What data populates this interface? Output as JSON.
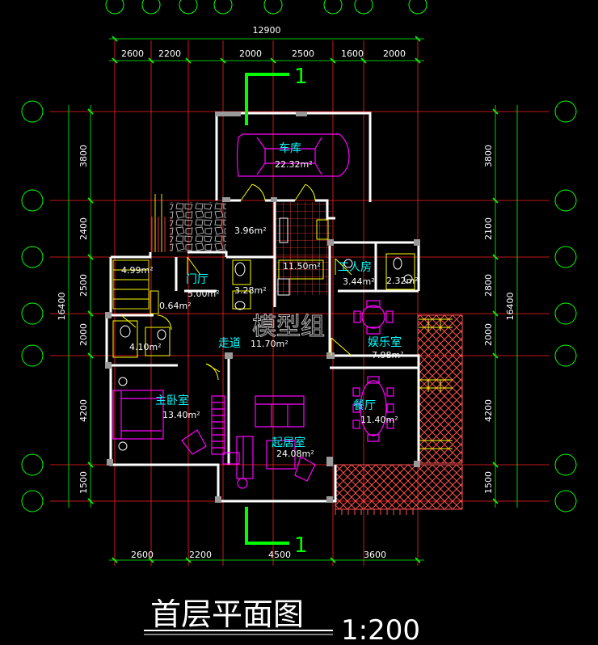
{
  "drawing": {
    "title": "首层平面图",
    "scale": "1:200",
    "watermark": "模型组",
    "section_mark": "1"
  },
  "dimensions": {
    "total_width": "12900",
    "top_segments": [
      "2600",
      "2200",
      "2000",
      "2500",
      "1600",
      "2000"
    ],
    "bottom_segments": [
      "2600",
      "2200",
      "4500",
      "3600"
    ],
    "left_total": "16400",
    "left_segments": [
      "3800",
      "2400",
      "2500",
      "2000",
      "4200",
      "1500"
    ],
    "right_total": "16400",
    "right_segments": [
      "3800",
      "2100",
      "2800",
      "2000",
      "4200",
      "1500"
    ]
  },
  "rooms": {
    "garage": {
      "name": "车库",
      "area": "22.32m²"
    },
    "store_a": {
      "area": "3.96m²"
    },
    "stair_hall": {
      "area": "11.50m²"
    },
    "servant": {
      "name": "工人房",
      "area": "3.44m²"
    },
    "servant_bath": {
      "area": "2.32m²"
    },
    "store_b": {
      "area": "4.99m²"
    },
    "foyer": {
      "name": "门厅",
      "area": "5.00m²"
    },
    "bath_small": {
      "area": "3.28m²"
    },
    "closet": {
      "area": "0.64m²"
    },
    "master_bath": {
      "area": "4.10m²"
    },
    "corridor": {
      "name": "走道",
      "area": "11.70m²"
    },
    "entertainment": {
      "name": "娱乐室",
      "area": "7.98m²"
    },
    "master_bed": {
      "name": "主卧室",
      "area": "13.40m²"
    },
    "dining": {
      "name": "餐厅",
      "area": "11.40m²"
    },
    "living": {
      "name": "起居室",
      "area": "24.08m²"
    }
  },
  "colors": {
    "background": "#000000",
    "axis": "#ff0000",
    "dimension": "#00ff00",
    "wall": "#ffffff",
    "fixture": "#ffff00",
    "furniture": "#ff00ff",
    "label": "#00ffff",
    "terrace": "#ff5050"
  }
}
